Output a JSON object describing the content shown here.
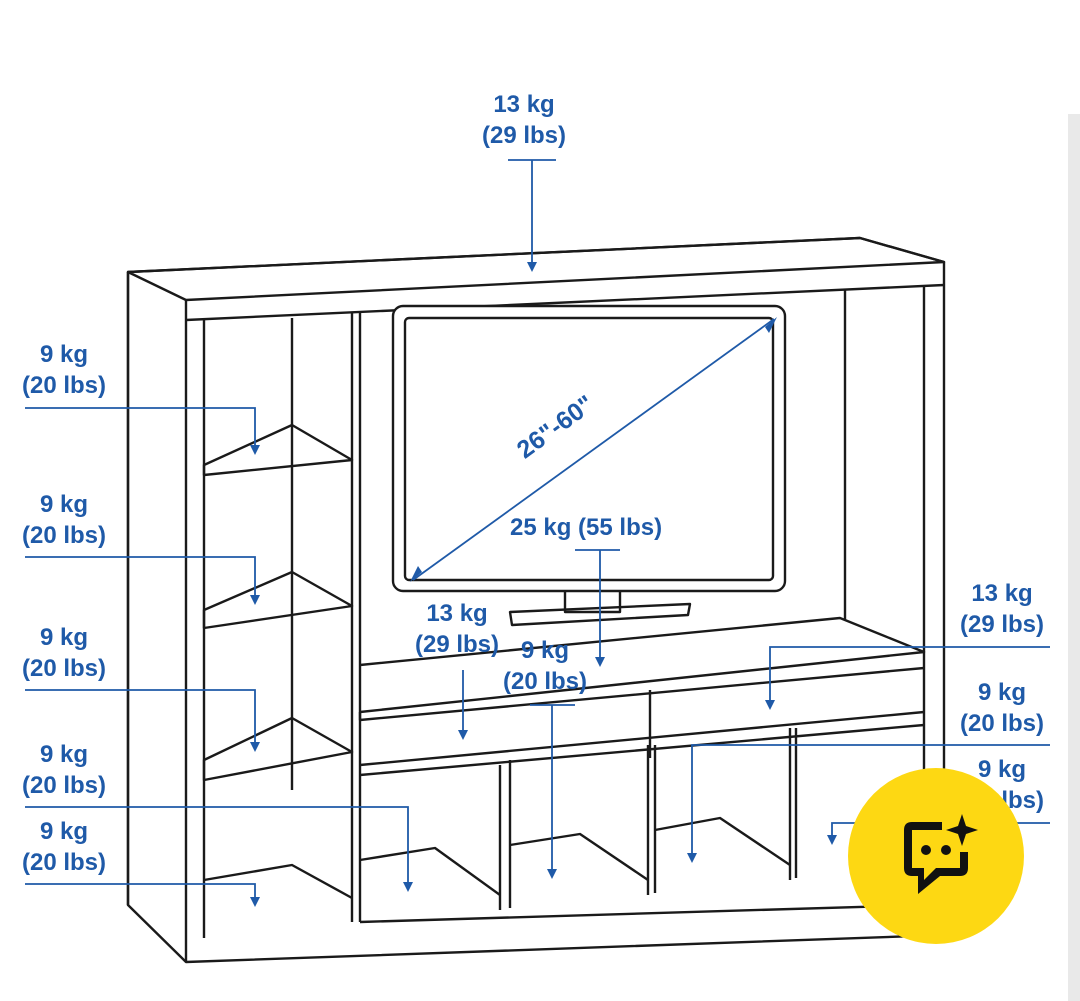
{
  "tv_size": "26\"-60\"",
  "tv_load": "25 kg (55 lbs)",
  "loads": {
    "top": {
      "kg": "13 kg",
      "lbs": "(29 lbs)"
    },
    "left_shelf_1": {
      "kg": "9 kg",
      "lbs": "(20 lbs)"
    },
    "left_shelf_2": {
      "kg": "9 kg",
      "lbs": "(20 lbs)"
    },
    "left_shelf_3": {
      "kg": "9 kg",
      "lbs": "(20 lbs)"
    },
    "left_shelf_4": {
      "kg": "9 kg",
      "lbs": "(20 lbs)"
    },
    "left_shelf_5": {
      "kg": "9 kg",
      "lbs": "(20 lbs)"
    },
    "center_shelf": {
      "kg": "13 kg",
      "lbs": "(29 lbs)"
    },
    "center_lower": {
      "kg": "9 kg",
      "lbs": "(20 lbs)"
    },
    "right_shelf": {
      "kg": "13 kg",
      "lbs": "(29 lbs)"
    },
    "right_lower_1": {
      "kg": "9 kg",
      "lbs": "(20 lbs)"
    },
    "right_lower_2": {
      "kg": "9 kg",
      "lbs": "(20 lbs)"
    }
  },
  "chat_button": {
    "icon": "chat-sparkle-icon",
    "color": "#fdd813"
  },
  "colors": {
    "annotation": "#1f5aa8",
    "outline": "#1a1a1a"
  }
}
